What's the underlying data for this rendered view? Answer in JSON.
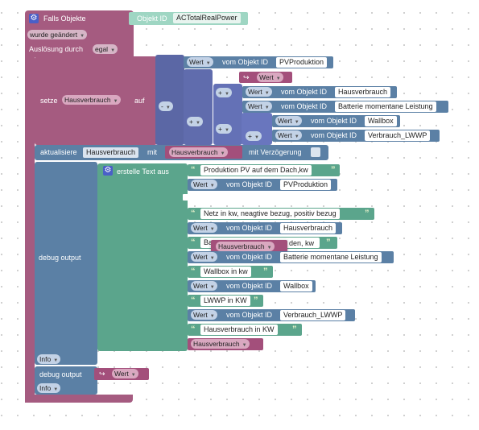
{
  "trigger": {
    "title": "Falls Objekte",
    "object_id_label": "Objekt ID",
    "object_id_value": "ACTotalRealPower",
    "changed_option": "wurde geändert",
    "trigger_by_label": "Auslösung durch",
    "trigger_by_value": "egal"
  },
  "set_block": {
    "label_prefix": "setze",
    "variable": "Hausverbrauch",
    "label_suffix": "auf",
    "op_minus": "-",
    "op_plus_1": "+",
    "op_plus_2": "+",
    "op_plus_3": "+",
    "op_plus_4": "+",
    "state_value": "Wert",
    "rows": [
      {
        "prop": "Wert",
        "from": "vom Objekt ID",
        "id": "PVProduktion"
      },
      {
        "prop": "Wert",
        "from": "vom Objekt ID",
        "id": "Hausverbrauch"
      },
      {
        "prop": "Wert",
        "from": "vom Objekt ID",
        "id": "Batterie momentane Leistung"
      },
      {
        "prop": "Wert",
        "from": "vom Objekt ID",
        "id": "Wallbox"
      },
      {
        "prop": "Wert",
        "from": "vom Objekt ID",
        "id": "Verbrauch_LWWP"
      }
    ]
  },
  "update_block": {
    "label": "aktualisiere",
    "field": "Hausverbrauch",
    "with": "mit",
    "variable": "Hausverbrauch",
    "delay_label": "mit Verzögerung"
  },
  "debug1": {
    "label": "debug output",
    "create_text": "erstelle Text aus",
    "level": "Info",
    "items": {
      "t1": "Produktion PV auf dem Dach,kw",
      "v1_prop": "Wert",
      "v1_from": "vom Objekt ID",
      "v1_id": "PVProduktion",
      "t2": "Netz in kw, neagtive bezug, positiv bezug",
      "v2_prop": "Wert",
      "v2_from": "vom Objekt ID",
      "v2_id": "Hausverbrauch",
      "t3_left": "Ba",
      "t3_right": "den, kw",
      "t3_popup": "Hausverbrauch",
      "v3_prop": "Wert",
      "v3_from": "vom Objekt ID",
      "v3_id": "Batterie momentane Leistung",
      "t4": "Wallbox in kw",
      "v4_prop": "Wert",
      "v4_from": "vom Objekt ID",
      "v4_id": "Wallbox",
      "t5": "LWWP in KW",
      "v5_prop": "Wert",
      "v5_from": "vom Objekt ID",
      "v5_id": "Verbrauch_LWWP",
      "t6": "Hausverbrauch in KW",
      "var": "Hausverbrauch"
    }
  },
  "debug2": {
    "label": "debug output",
    "value": "Wert",
    "level": "Info"
  },
  "colors": {
    "event": "#a55b80",
    "logic": "#5b67a5",
    "system": "#5b80a5",
    "text": "#5ba58c",
    "math": "#5ba5a5",
    "variable": "#a55b80"
  }
}
